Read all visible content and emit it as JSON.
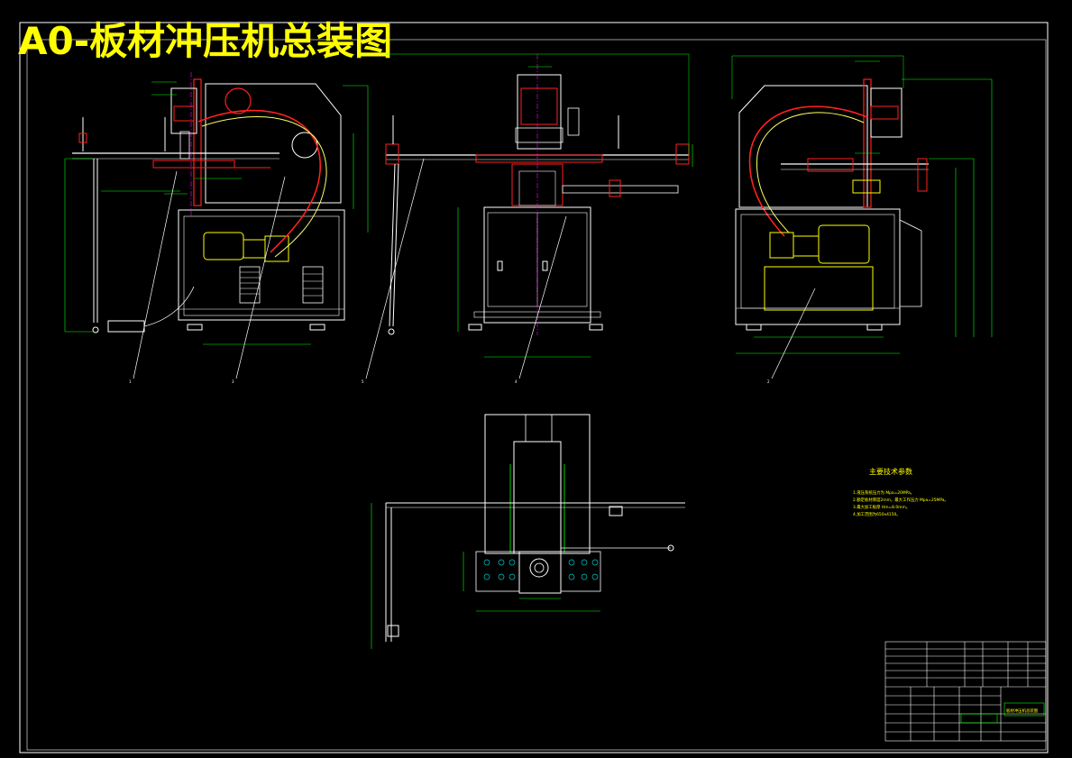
{
  "drawing": {
    "title": "A0-板材冲压机总装图",
    "colors": {
      "background": "#000000",
      "title": "#ffff00",
      "frame": "#ffffff",
      "dimension": "#00ff00",
      "outline": "#ffffff",
      "part": "#ff2020",
      "center_line": "#ff00ff",
      "hydraulic_hose": "#ffff66",
      "motor": "#ffff00"
    }
  },
  "views": {
    "left": {
      "leader_label": "1"
    },
    "left_2": {
      "leader_label": "3"
    },
    "front_1": {
      "leader_label": "5"
    },
    "front_2": {
      "leader_label": "4"
    },
    "right": {
      "leader_label": "2"
    }
  },
  "tech_params": {
    "heading": "主要技术参数",
    "items": [
      "1.液压系统压力为 Mpa=20MPa。",
      "2.额定板材厚度2mm，最大工作压力 Mpa=25MPa。",
      "3.最大加工板厚 Hm=8.0mm。",
      "4.加工范围为650x4150。"
    ]
  },
  "title_block": {
    "drawing_name": "板材冲压机总装图"
  }
}
